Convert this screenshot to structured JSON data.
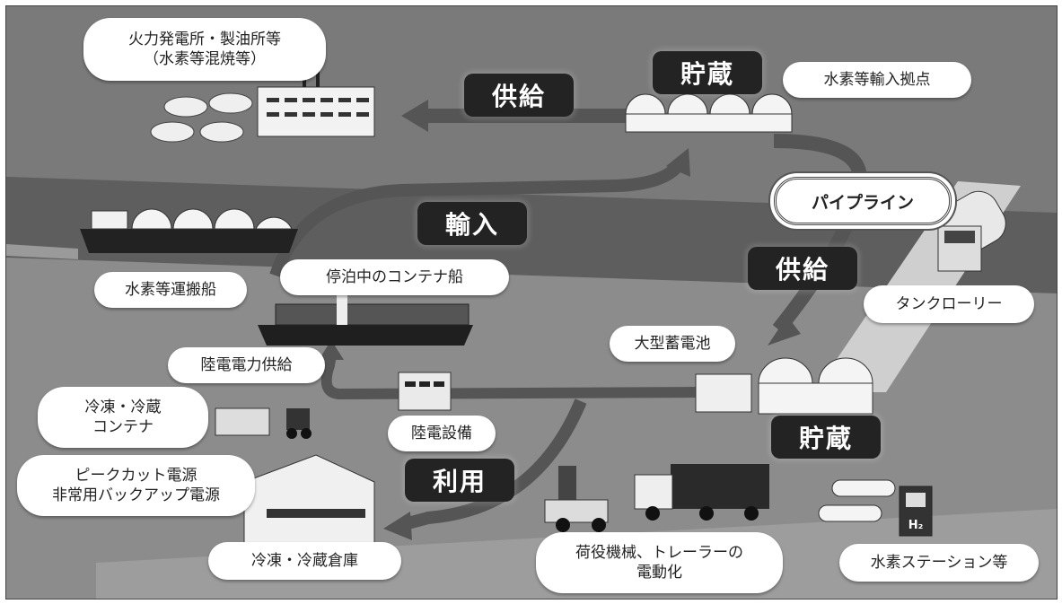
{
  "labels": {
    "power_plant": [
      "火力発電所・製油所等",
      "（水素等混焼等）"
    ],
    "import_base": "水素等輸入拠点",
    "carrier_ship": "水素等運搬船",
    "berthed_ship": "停泊中のコンテナ船",
    "shore_power_supply": "陸電電力供給",
    "reefer_container": [
      "冷凍・冷蔵",
      "コンテナ"
    ],
    "peak_cut": [
      "ピークカット電源",
      "非常用バックアップ電源"
    ],
    "cold_warehouse": "冷凍・冷蔵倉庫",
    "shore_power_equipment": "陸電設備",
    "large_battery": "大型蓄電池",
    "tank_lorry": "タンクローリー",
    "cargo_electrification": [
      "荷役機械、トレーラーの",
      "電動化"
    ],
    "h2_station": "水素ステーション等",
    "pipeline": "パイプライン"
  },
  "stages": {
    "supply_top": "供給",
    "storage_top": "貯蔵",
    "import": "輸入",
    "supply_right": "供給",
    "storage_bottom": "貯蔵",
    "use": "利用"
  },
  "icon_text": {
    "h2": "H₂"
  }
}
